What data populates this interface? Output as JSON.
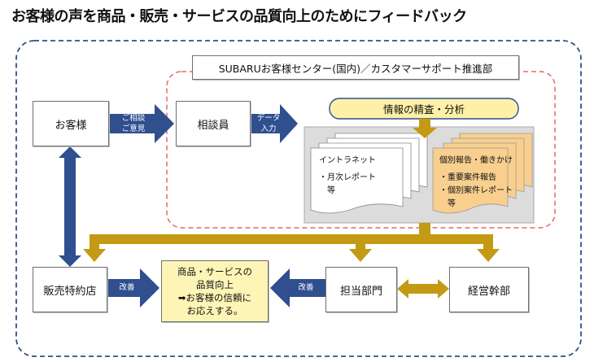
{
  "title": "お客様の声を商品・販売・サービスの品質向上のためにフィードバック",
  "center_header": "SUBARUお客様センター(国内)／カスタマーサポート推進部",
  "boxes": {
    "customer": "お客様",
    "consultant": "相談員",
    "dealer": "販売特約店",
    "department": "担当部門",
    "management": "経営幹部",
    "analysis": "情報の精査・分析"
  },
  "arrow_labels": {
    "consult": [
      "ご相談",
      "ご意見"
    ],
    "data_input": [
      "データ",
      "入力"
    ],
    "improve_left": "改善",
    "improve_right": "改善"
  },
  "intranet": {
    "title": "イントラネット",
    "lines": [
      "・月次レポート",
      "　等"
    ]
  },
  "reports": {
    "title": "個別報告・働きかけ",
    "lines": [
      "・重要案件報告",
      "・個別案件レポート",
      "　等"
    ]
  },
  "goal": {
    "lines": [
      "商品・サービスの",
      "品質向上",
      "➡お客様の信頼に",
      "お応えする。"
    ]
  },
  "colors": {
    "navy_arrow": "#2f4f8f",
    "gold_arrow": "#c49a14",
    "outer_border": "#2f4f8f",
    "inner_border": "#e06a6a",
    "analysis_fill": "#fdf0a8",
    "report_fill": "#f8cf8e",
    "goal_fill": "#fdf5b6",
    "gray_panel": "#dcdcdc"
  }
}
